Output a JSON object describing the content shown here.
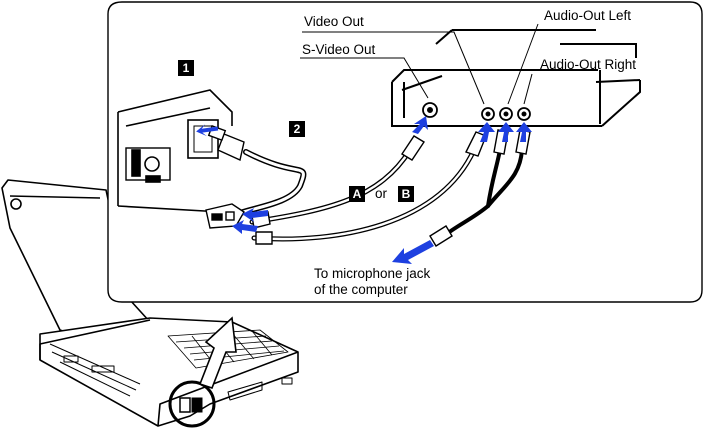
{
  "labels": {
    "video_out": "Video Out",
    "s_video_out": "S-Video Out",
    "audio_out_left": "Audio-Out Left",
    "audio_out_right": "Audio-Out Right",
    "or": "or",
    "mic_line1": "To microphone jack",
    "mic_line2": "of the computer"
  },
  "badges": {
    "port": "1",
    "cable": "2",
    "option_a": "A",
    "option_b": "B"
  },
  "colors": {
    "line": "#000000",
    "arrow": "#1e40e0",
    "background": "#ffffff"
  }
}
